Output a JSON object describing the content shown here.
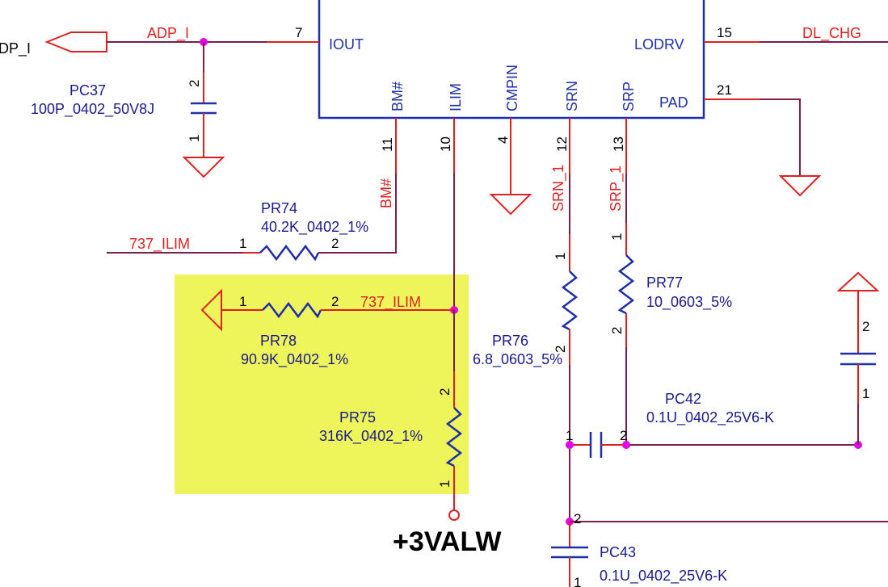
{
  "ic": {
    "pins": [
      {
        "name": "IOUT",
        "number": "7"
      },
      {
        "name": "BM#",
        "number": "11"
      },
      {
        "name": "ILIM",
        "number": "10"
      },
      {
        "name": "CMPIN",
        "number": "4"
      },
      {
        "name": "SRN",
        "number": "12"
      },
      {
        "name": "SRP",
        "number": "13"
      },
      {
        "name": "LODRV",
        "number": "15"
      },
      {
        "name": "PAD",
        "number": "21"
      }
    ]
  },
  "nets": {
    "adp_i": "ADP_I",
    "adp_i_port": "DP_I",
    "dl_chg": "DL_CHG",
    "bm": "BM#",
    "srn1": "SRN_1",
    "srp1": "SRP_1",
    "ilim_left": "737_ILIM",
    "ilim_mid": "737_ILIM"
  },
  "power": {
    "rail": "+3VALW"
  },
  "components": {
    "pc37": {
      "ref": "PC37",
      "value": "100P_0402_50V8J",
      "pin_a": "2",
      "pin_b": "1"
    },
    "pr74": {
      "ref": "PR74",
      "value": "40.2K_0402_1%",
      "pin_a": "1",
      "pin_b": "2"
    },
    "pr78": {
      "ref": "PR78",
      "value": "90.9K_0402_1%",
      "pin_a": "1",
      "pin_b": "2"
    },
    "pr75": {
      "ref": "PR75",
      "value": "316K_0402_1%",
      "pin_a": "2",
      "pin_b": "1"
    },
    "pr76": {
      "ref": "PR76",
      "value": "6.8_0603_5%",
      "pin_a": "1",
      "pin_b": "2"
    },
    "pr77": {
      "ref": "PR77",
      "value": "10_0603_5%",
      "pin_a": "1",
      "pin_b": "2"
    },
    "pc42": {
      "ref": "PC42",
      "value": "0.1U_0402_25V6-K",
      "pin_a": "1",
      "pin_b": "2"
    },
    "pc43": {
      "ref": "PC43",
      "value": "0.1U_0402_25V6-K",
      "pin_a": "2",
      "pin_b": "1"
    },
    "right_cap": {
      "pin_a": "2",
      "pin_b": "1"
    }
  },
  "colors": {
    "highlight": "#eef55a",
    "wire": "#7a1f4a",
    "lead": "#e02020",
    "device": "#1f2fa8",
    "junction": "#e600e6"
  }
}
